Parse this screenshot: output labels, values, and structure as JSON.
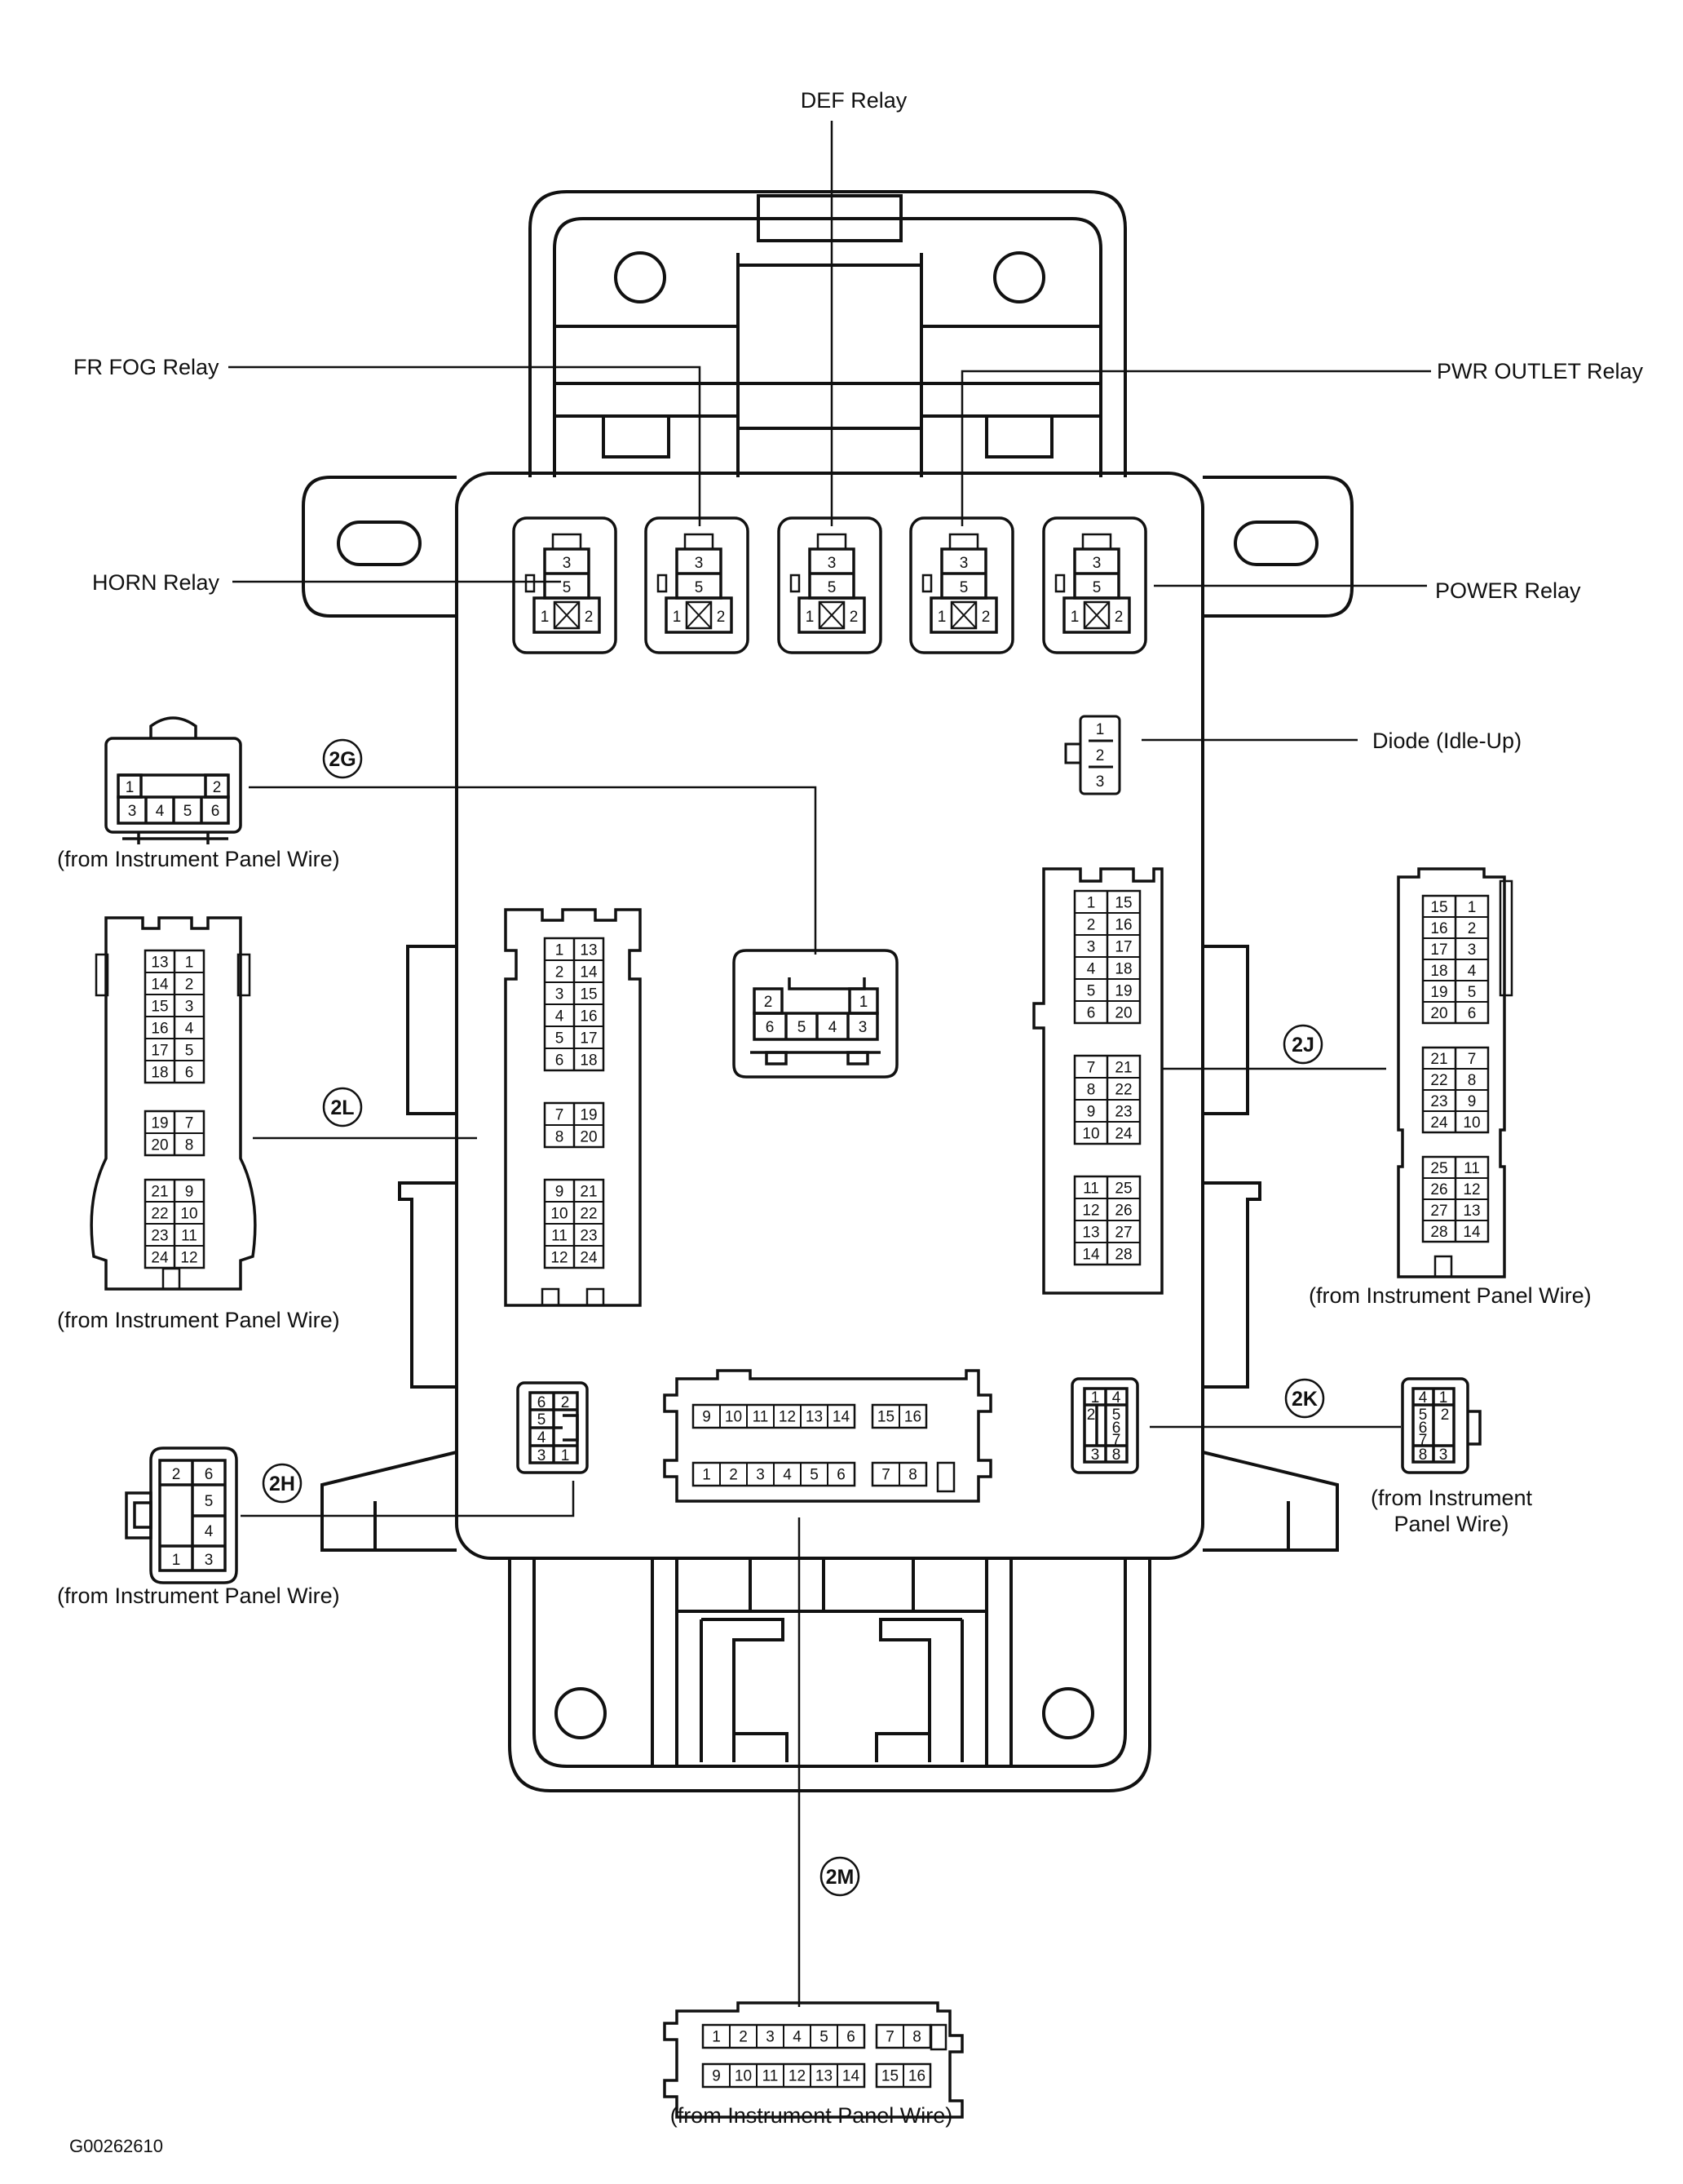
{
  "relays": [
    {
      "name": "HORN Relay",
      "pins": [
        "3",
        "5",
        "1",
        "2"
      ]
    },
    {
      "name": "FR FOG Relay",
      "pins": [
        "3",
        "5",
        "1",
        "2"
      ]
    },
    {
      "name": "DEF Relay",
      "pins": [
        "3",
        "5",
        "1",
        "2"
      ]
    },
    {
      "name": "PWR OUTLET Relay",
      "pins": [
        "3",
        "5",
        "1",
        "2"
      ]
    },
    {
      "name": "POWER Relay",
      "pins": [
        "3",
        "5",
        "1",
        "2"
      ]
    }
  ],
  "diode": {
    "name": "Diode (Idle-Up)",
    "pins": [
      "1",
      "2",
      "3"
    ]
  },
  "connectors": {
    "2G": {
      "id": "2G",
      "source": "(from Instrument Panel Wire)",
      "pins_top": [
        "1",
        "2"
      ],
      "pins_bottom": [
        "3",
        "4",
        "5",
        "6"
      ],
      "block_top": [
        "2",
        "1"
      ],
      "block_bottom": [
        "6",
        "5",
        "4",
        "3"
      ]
    },
    "2H": {
      "id": "2H",
      "source": "(from Instrument Panel Wire)",
      "pins": [
        "2",
        "6",
        "5",
        "4",
        "1",
        "3"
      ],
      "block": [
        "6",
        "2",
        "5",
        "4",
        "3",
        "1"
      ]
    },
    "2J": {
      "id": "2J",
      "source": "(from Instrument Panel Wire)",
      "block_rows": [
        [
          "1",
          "15"
        ],
        [
          "2",
          "16"
        ],
        [
          "3",
          "17"
        ],
        [
          "4",
          "18"
        ],
        [
          "5",
          "19"
        ],
        [
          "6",
          "20"
        ],
        [
          "7",
          "21"
        ],
        [
          "8",
          "22"
        ],
        [
          "9",
          "23"
        ],
        [
          "10",
          "24"
        ],
        [
          "11",
          "25"
        ],
        [
          "12",
          "26"
        ],
        [
          "13",
          "27"
        ],
        [
          "14",
          "28"
        ]
      ],
      "plug_rows": [
        [
          "15",
          "1"
        ],
        [
          "16",
          "2"
        ],
        [
          "17",
          "3"
        ],
        [
          "18",
          "4"
        ],
        [
          "19",
          "5"
        ],
        [
          "20",
          "6"
        ],
        [
          "21",
          "7"
        ],
        [
          "22",
          "8"
        ],
        [
          "23",
          "9"
        ],
        [
          "24",
          "10"
        ],
        [
          "25",
          "11"
        ],
        [
          "26",
          "12"
        ],
        [
          "27",
          "13"
        ],
        [
          "28",
          "14"
        ]
      ]
    },
    "2K": {
      "id": "2K",
      "source_line1": "(from Instrument",
      "source_line2": "Panel Wire)",
      "block": [
        "1",
        "4",
        "2",
        "5",
        "6",
        "7",
        "3",
        "8"
      ],
      "plug": [
        "4",
        "1",
        "5",
        "2",
        "6",
        "7",
        "8",
        "3"
      ]
    },
    "2L": {
      "id": "2L",
      "source": "(from Instrument Panel Wire)",
      "block_rows": [
        [
          "1",
          "13"
        ],
        [
          "2",
          "14"
        ],
        [
          "3",
          "15"
        ],
        [
          "4",
          "16"
        ],
        [
          "5",
          "17"
        ],
        [
          "6",
          "18"
        ],
        [
          "7",
          "19"
        ],
        [
          "8",
          "20"
        ],
        [
          "9",
          "21"
        ],
        [
          "10",
          "22"
        ],
        [
          "11",
          "23"
        ],
        [
          "12",
          "24"
        ]
      ],
      "plug_rows": [
        [
          "13",
          "1"
        ],
        [
          "14",
          "2"
        ],
        [
          "15",
          "3"
        ],
        [
          "16",
          "4"
        ],
        [
          "17",
          "5"
        ],
        [
          "18",
          "6"
        ],
        [
          "19",
          "7"
        ],
        [
          "20",
          "8"
        ],
        [
          "21",
          "9"
        ],
        [
          "22",
          "10"
        ],
        [
          "23",
          "11"
        ],
        [
          "24",
          "12"
        ]
      ]
    },
    "2M": {
      "id": "2M",
      "source": "(from Instrument Panel Wire)",
      "row_a": [
        "9",
        "10",
        "11",
        "12",
        "13",
        "14"
      ],
      "row_a2": [
        "15",
        "16"
      ],
      "row_b": [
        "1",
        "2",
        "3",
        "4",
        "5",
        "6"
      ],
      "row_b2": [
        "7",
        "8"
      ]
    }
  },
  "doc_id": "G00262610"
}
